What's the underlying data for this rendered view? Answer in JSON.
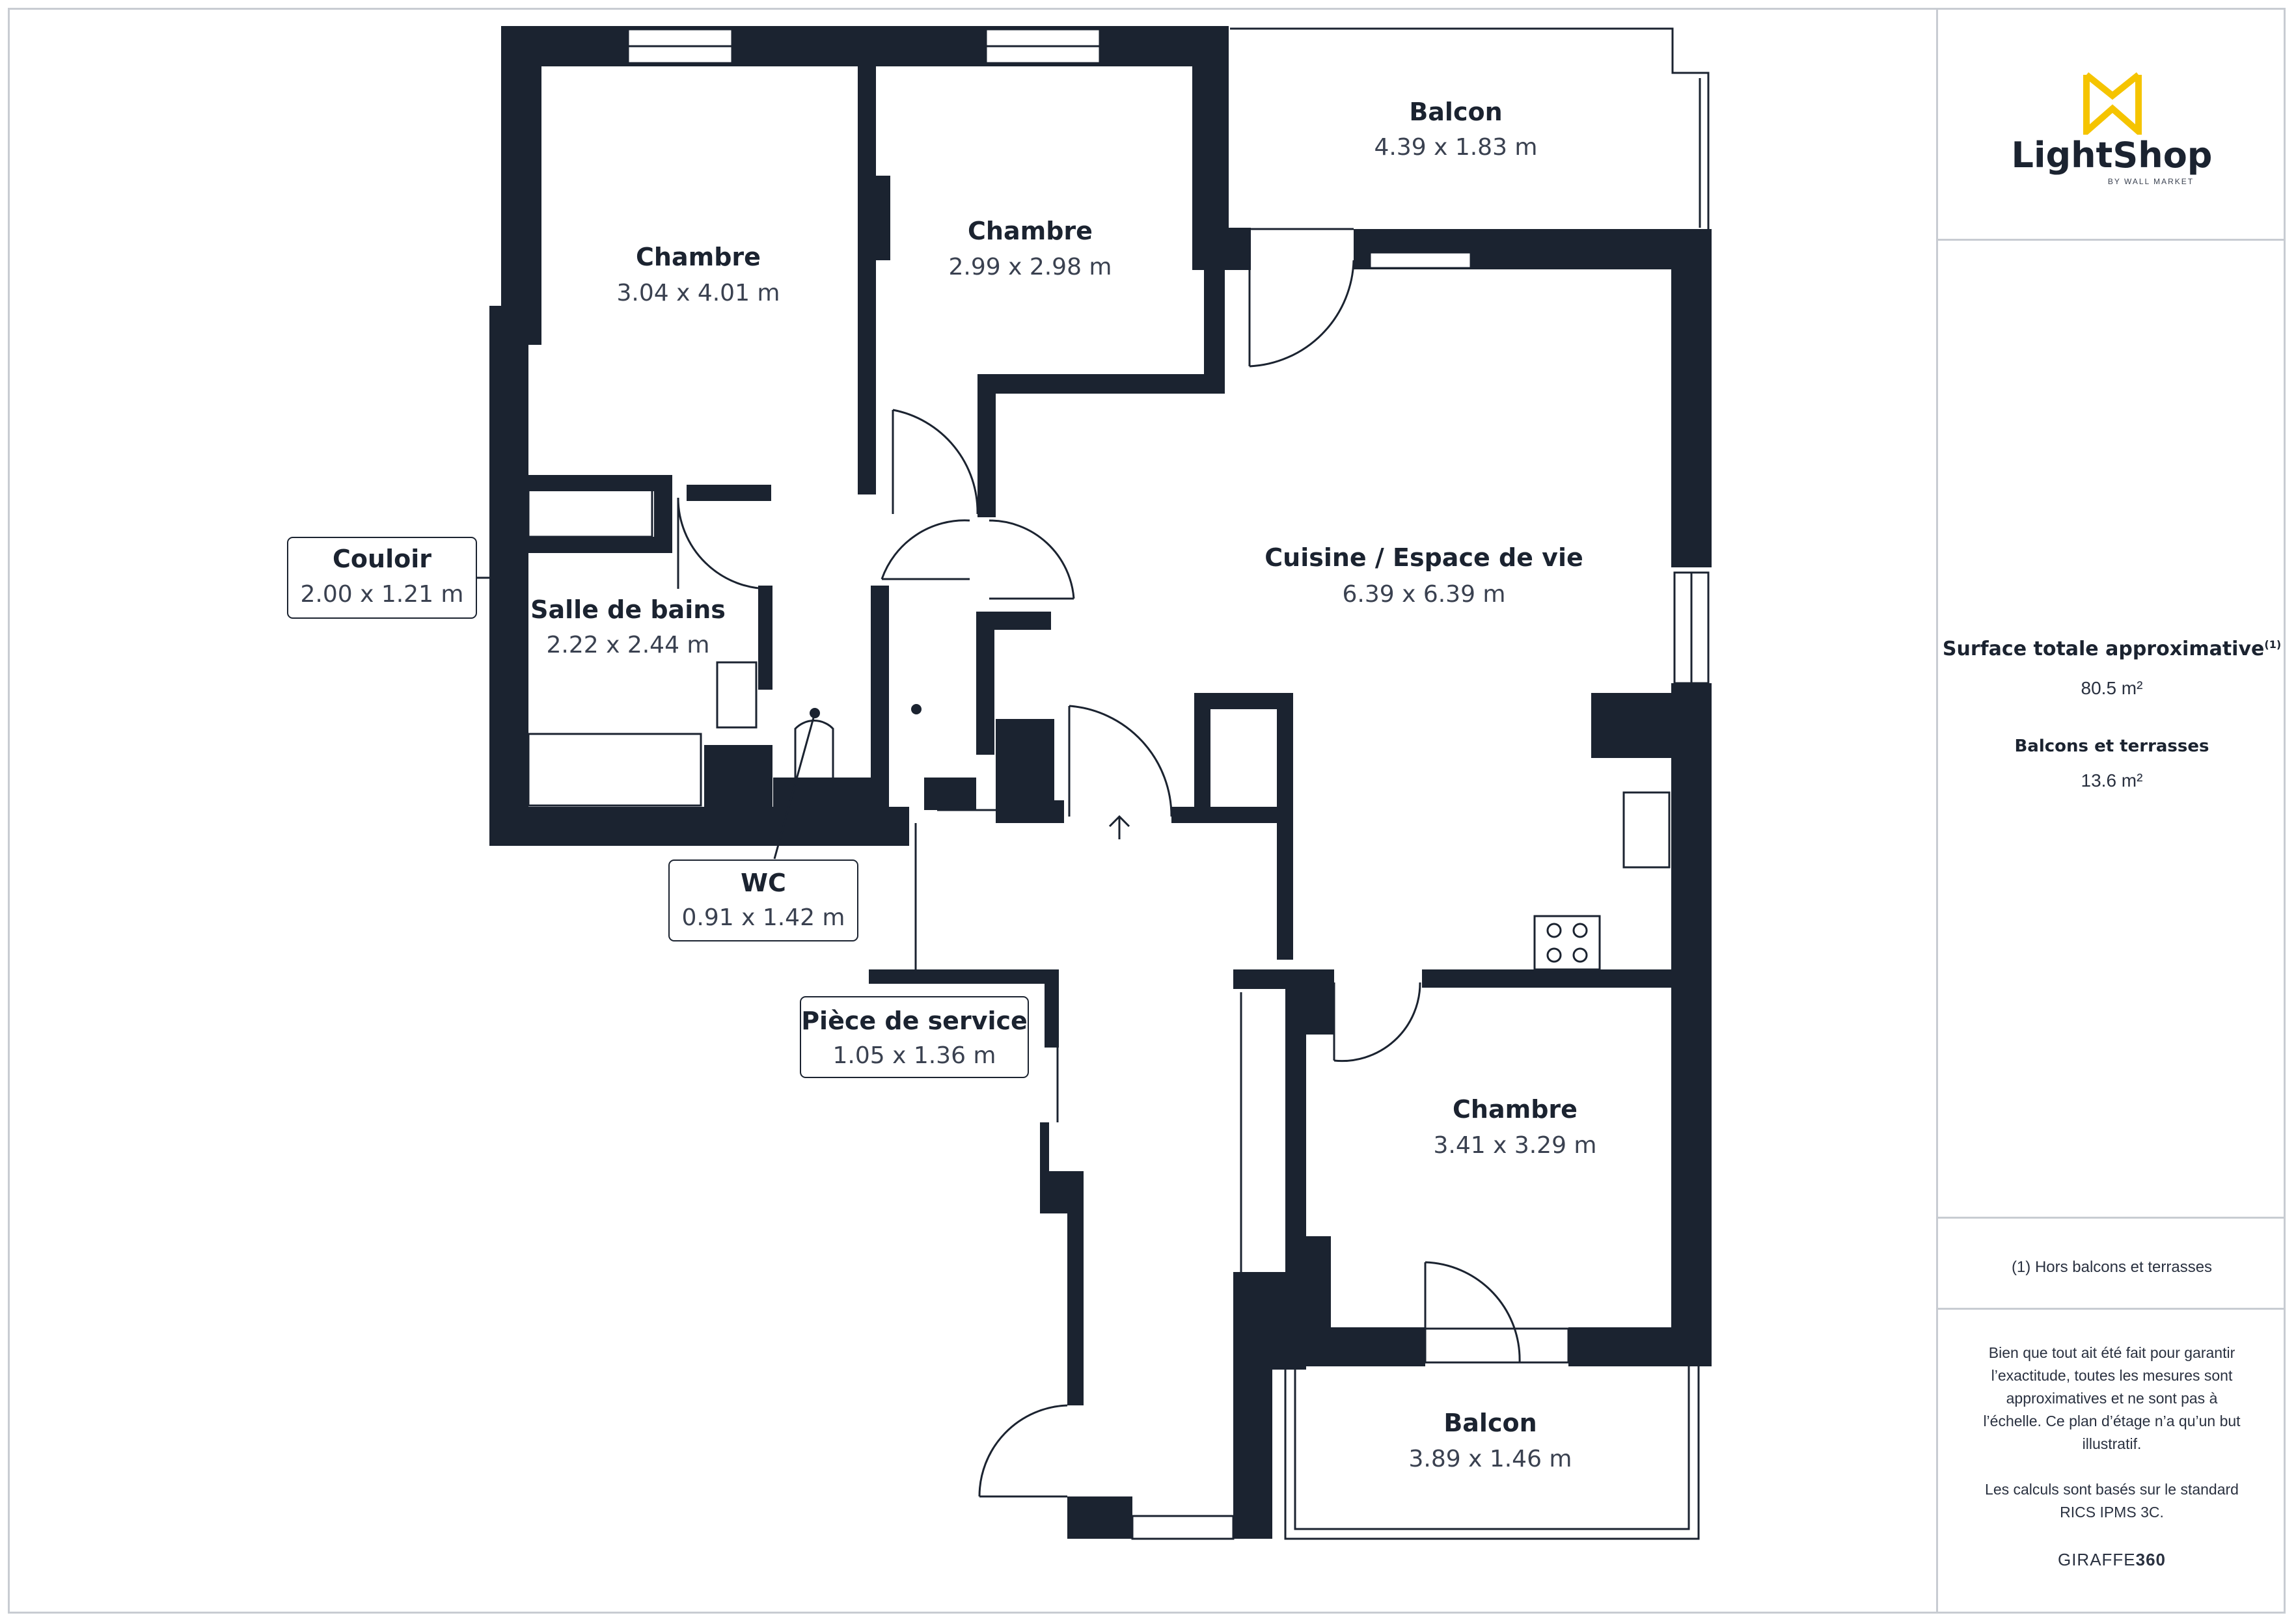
{
  "rooms": {
    "chambre1": {
      "name": "Chambre",
      "dims": "3.04 x 4.01 m"
    },
    "chambre2": {
      "name": "Chambre",
      "dims": "2.99 x 2.98 m"
    },
    "balcon_top": {
      "name": "Balcon",
      "dims": "4.39 x 1.83 m"
    },
    "couloir": {
      "name": "Couloir",
      "dims": "2.00 x 1.21 m"
    },
    "salle_de_bains": {
      "name": "Salle de bains",
      "dims": "2.22 x 2.44 m"
    },
    "cuisine": {
      "name": "Cuisine / Espace de vie",
      "dims": "6.39 x 6.39 m"
    },
    "wc": {
      "name": "WC",
      "dims": "0.91 x 1.42 m"
    },
    "piece_service": {
      "name": "Pièce de service",
      "dims": "1.05 x 1.36 m"
    },
    "chambre3": {
      "name": "Chambre",
      "dims": "3.41 x 3.29 m"
    },
    "balcon_bottom": {
      "name": "Balcon",
      "dims": "3.89 x 1.46 m"
    }
  },
  "sidebar": {
    "logo_name": "LightShop",
    "logo_sub": "BY WALL MARKET",
    "total_label": "Surface totale approximative",
    "total_sup": "(1)",
    "total_value": "80.5 m²",
    "balcony_label": "Balcons et terrasses",
    "balcony_value": "13.6 m²",
    "footnote": "(1) Hors balcons et terrasses",
    "disclaimer_lines": [
      "Bien que tout ait été fait pour garantir",
      "l’exactitude, toutes les mesures sont",
      "approximatives et ne sont pas à",
      "l’échelle. Ce plan d’étage n’a qu’un but",
      "illustratif."
    ],
    "standard_lines": [
      "Les calculs sont basés sur le standard",
      "RICS IPMS 3C."
    ],
    "brand_a": "GIRAFFE",
    "brand_b": "360"
  },
  "colors": {
    "wall": "#1b2330",
    "accent": "#f5c400",
    "border": "#c8ccd2"
  }
}
